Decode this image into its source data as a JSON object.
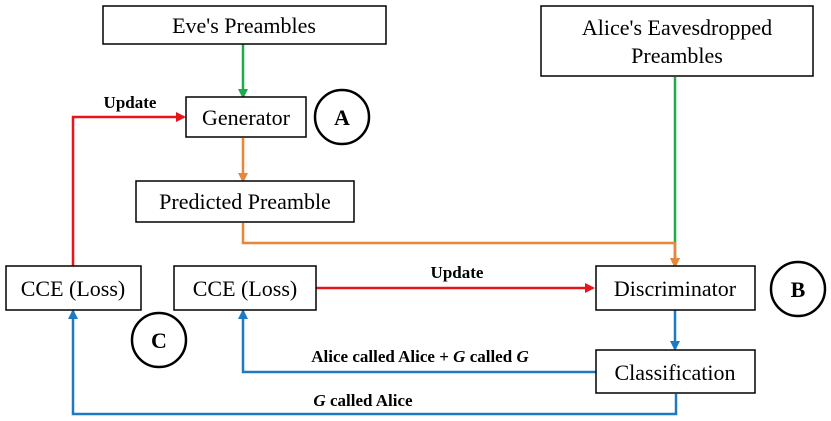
{
  "colors": {
    "green": "#1daa4f",
    "orange": "#e8873a",
    "red": "#e8141c",
    "blue": "#1f7ac4"
  },
  "nodes": {
    "eve_preambles": "Eve's Preambles",
    "alice_preambles_line1": "Alice's Eavesdropped",
    "alice_preambles_line2": "Preambles",
    "generator": "Generator",
    "predicted_preamble": "Predicted Preamble",
    "cce_left": "CCE (Loss)",
    "cce_right": "CCE (Loss)",
    "discriminator": "Discriminator",
    "classification": "Classification"
  },
  "markers": {
    "a": "A",
    "b": "B",
    "c": "C"
  },
  "edges": {
    "update_generator": "Update",
    "update_discriminator": "Update",
    "alice_called_part1": "Alice called Alice + ",
    "g_symbol_1": "G",
    "called": " called ",
    "g_symbol_2": "G",
    "g_symbol_3": "G",
    "called_alice": " called Alice"
  }
}
